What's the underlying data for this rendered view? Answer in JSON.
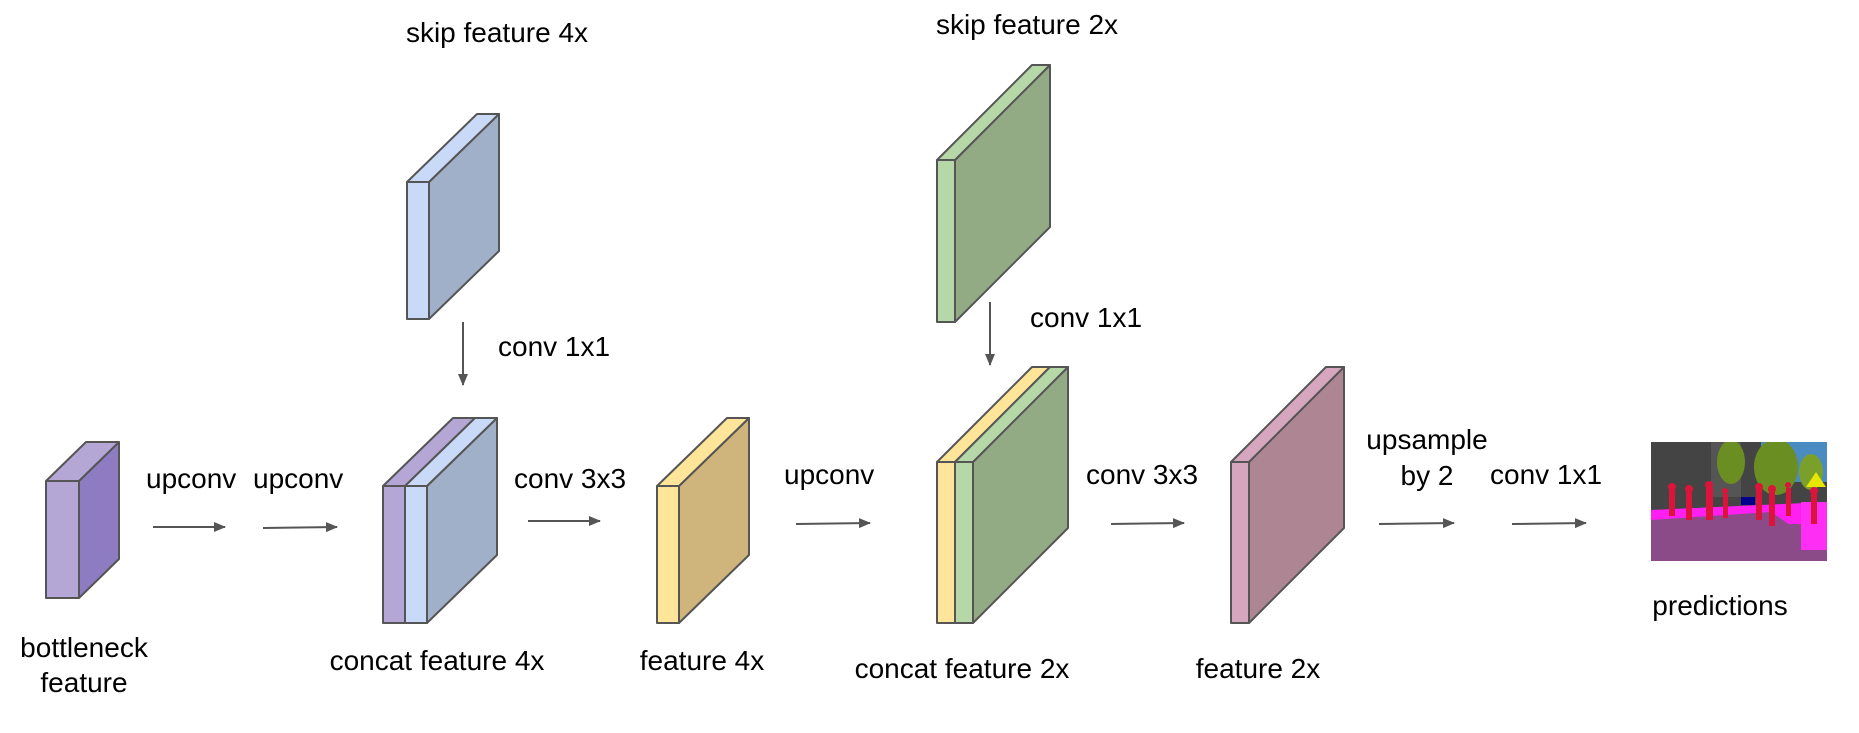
{
  "labels": {
    "skip4": "skip feature 4x",
    "skip2": "skip feature 2x",
    "conv1x1_a": "conv 1x1",
    "conv1x1_b": "conv 1x1",
    "upconv_a": "upconv",
    "upconv_b": "upconv",
    "conv3x3_a": "conv 3x3",
    "upconv_c": "upconv",
    "conv3x3_b": "conv 3x3",
    "upsample_l1": "upsample",
    "upsample_l2": "by 2",
    "conv1x1_c": "conv 1x1",
    "bottleneck_l1": "bottleneck",
    "bottleneck_l2": "feature",
    "concat4": "concat feature 4x",
    "feature4": "feature 4x",
    "concat2": "concat feature 2x",
    "feature2": "feature 2x",
    "predictions": "predictions"
  },
  "colors": {
    "purple_front": "#b4a7d6",
    "purple_side": "#8e7cc3",
    "blue_front": "#c9daf8",
    "blue_side": "#9fb0c8",
    "yellow_front": "#ffe599",
    "yellow_side": "#cfb47c",
    "green_front": "#b6d7a8",
    "green_side": "#93ab84",
    "pink_front": "#d5a6bd",
    "pink_side": "#ae8593",
    "arrow": "#555555",
    "outline": "#555555"
  },
  "icons": {
    "predictions": "segmentation-map-thumbnail"
  }
}
